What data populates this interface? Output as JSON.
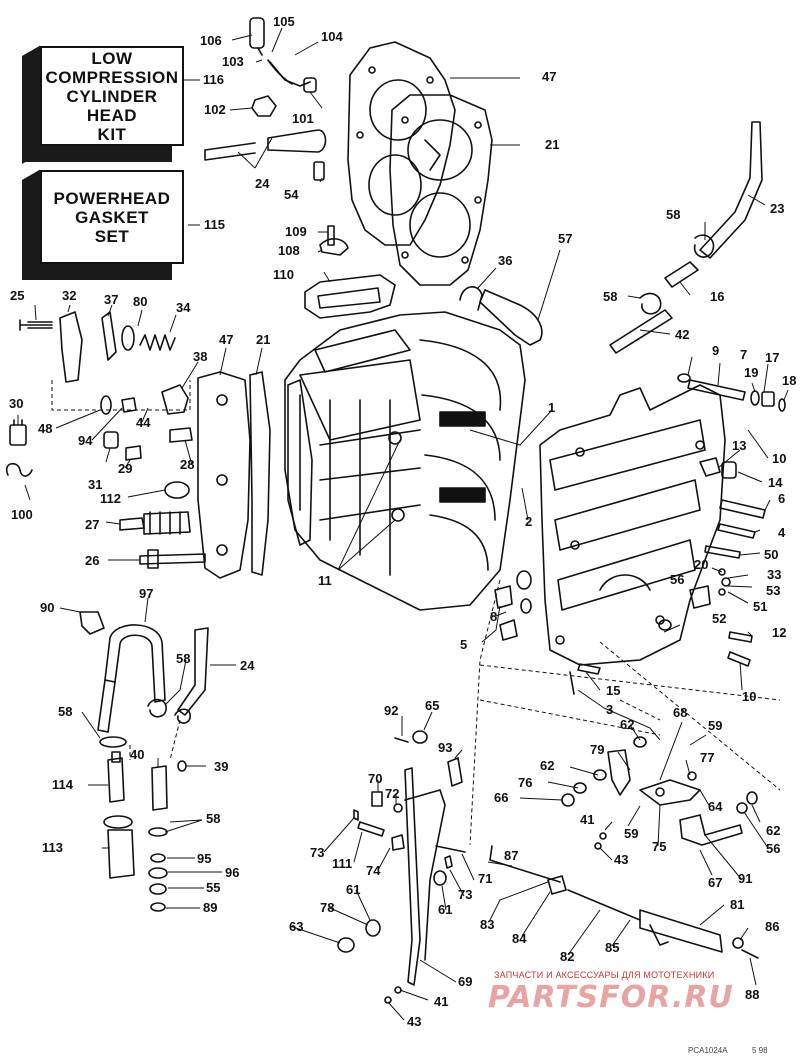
{
  "kits": {
    "low_compression": {
      "lines": [
        "LOW",
        "COMPRESSION",
        "CYLINDER HEAD",
        "KIT"
      ],
      "ref": "116"
    },
    "powerhead_gasket": {
      "lines": [
        "POWERHEAD",
        "GASKET",
        "SET"
      ],
      "ref": "115"
    }
  },
  "callouts": [
    {
      "id": "c106",
      "label": "106"
    },
    {
      "id": "c105",
      "label": "105"
    },
    {
      "id": "c104",
      "label": "104"
    },
    {
      "id": "c103",
      "label": "103"
    },
    {
      "id": "c47a",
      "label": "47"
    },
    {
      "id": "c116",
      "label": "116"
    },
    {
      "id": "c102",
      "label": "102"
    },
    {
      "id": "c101",
      "label": "101"
    },
    {
      "id": "c21a",
      "label": "21"
    },
    {
      "id": "c24a",
      "label": "24"
    },
    {
      "id": "c54",
      "label": "54"
    },
    {
      "id": "c23",
      "label": "23"
    },
    {
      "id": "c115",
      "label": "115"
    },
    {
      "id": "c58a",
      "label": "58"
    },
    {
      "id": "c109",
      "label": "109"
    },
    {
      "id": "c108",
      "label": "108"
    },
    {
      "id": "c57",
      "label": "57"
    },
    {
      "id": "c36",
      "label": "36"
    },
    {
      "id": "c110",
      "label": "110"
    },
    {
      "id": "c16",
      "label": "16"
    },
    {
      "id": "c58b",
      "label": "58"
    },
    {
      "id": "c42",
      "label": "42"
    },
    {
      "id": "c25",
      "label": "25"
    },
    {
      "id": "c32",
      "label": "32"
    },
    {
      "id": "c37",
      "label": "37"
    },
    {
      "id": "c80",
      "label": "80"
    },
    {
      "id": "c34",
      "label": "34"
    },
    {
      "id": "c47b",
      "label": "47"
    },
    {
      "id": "c21b",
      "label": "21"
    },
    {
      "id": "c38",
      "label": "38"
    },
    {
      "id": "c9",
      "label": "9"
    },
    {
      "id": "c7",
      "label": "7"
    },
    {
      "id": "c17",
      "label": "17"
    },
    {
      "id": "c19",
      "label": "19"
    },
    {
      "id": "c18",
      "label": "18"
    },
    {
      "id": "c30",
      "label": "30"
    },
    {
      "id": "c48",
      "label": "48"
    },
    {
      "id": "c94",
      "label": "94"
    },
    {
      "id": "c44",
      "label": "44"
    },
    {
      "id": "c1",
      "label": "1"
    },
    {
      "id": "c10a",
      "label": "10"
    },
    {
      "id": "c13",
      "label": "13"
    },
    {
      "id": "c14",
      "label": "14"
    },
    {
      "id": "c31",
      "label": "31"
    },
    {
      "id": "c29",
      "label": "29"
    },
    {
      "id": "c28",
      "label": "28"
    },
    {
      "id": "c6",
      "label": "6"
    },
    {
      "id": "c100",
      "label": "100"
    },
    {
      "id": "c112",
      "label": "112"
    },
    {
      "id": "c2",
      "label": "2"
    },
    {
      "id": "c27",
      "label": "27"
    },
    {
      "id": "c4",
      "label": "4"
    },
    {
      "id": "c50",
      "label": "50"
    },
    {
      "id": "c26",
      "label": "26"
    },
    {
      "id": "c20",
      "label": "20"
    },
    {
      "id": "c33",
      "label": "33"
    },
    {
      "id": "c11",
      "label": "11"
    },
    {
      "id": "c56a",
      "label": "56"
    },
    {
      "id": "c53",
      "label": "53"
    },
    {
      "id": "c51",
      "label": "51"
    },
    {
      "id": "c90",
      "label": "90"
    },
    {
      "id": "c97",
      "label": "97"
    },
    {
      "id": "c8",
      "label": "8"
    },
    {
      "id": "c52",
      "label": "52"
    },
    {
      "id": "c12",
      "label": "12"
    },
    {
      "id": "c5",
      "label": "5"
    },
    {
      "id": "c58c",
      "label": "58"
    },
    {
      "id": "c24b",
      "label": "24"
    },
    {
      "id": "c15",
      "label": "15"
    },
    {
      "id": "c10b",
      "label": "10"
    },
    {
      "id": "c58d",
      "label": "58"
    },
    {
      "id": "c92",
      "label": "92"
    },
    {
      "id": "c65",
      "label": "65"
    },
    {
      "id": "c3",
      "label": "3"
    },
    {
      "id": "c68",
      "label": "68"
    },
    {
      "id": "c62a",
      "label": "62"
    },
    {
      "id": "c59a",
      "label": "59"
    },
    {
      "id": "c40",
      "label": "40"
    },
    {
      "id": "c93",
      "label": "93"
    },
    {
      "id": "c79",
      "label": "79"
    },
    {
      "id": "c77",
      "label": "77"
    },
    {
      "id": "c114",
      "label": "114"
    },
    {
      "id": "c39",
      "label": "39"
    },
    {
      "id": "c70",
      "label": "70"
    },
    {
      "id": "c62b",
      "label": "62"
    },
    {
      "id": "c76",
      "label": "76"
    },
    {
      "id": "c72",
      "label": "72"
    },
    {
      "id": "c66",
      "label": "66"
    },
    {
      "id": "c64",
      "label": "64"
    },
    {
      "id": "c58e",
      "label": "58"
    },
    {
      "id": "c41a",
      "label": "41"
    },
    {
      "id": "c62c",
      "label": "62"
    },
    {
      "id": "c113",
      "label": "113"
    },
    {
      "id": "c73a",
      "label": "73"
    },
    {
      "id": "c59b",
      "label": "59"
    },
    {
      "id": "c75",
      "label": "75"
    },
    {
      "id": "c56b",
      "label": "56"
    },
    {
      "id": "c95",
      "label": "95"
    },
    {
      "id": "c111",
      "label": "111"
    },
    {
      "id": "c74",
      "label": "74"
    },
    {
      "id": "c43a",
      "label": "43"
    },
    {
      "id": "c87",
      "label": "87"
    },
    {
      "id": "c96",
      "label": "96"
    },
    {
      "id": "c71",
      "label": "71"
    },
    {
      "id": "c73b",
      "label": "73"
    },
    {
      "id": "c67",
      "label": "67"
    },
    {
      "id": "c91",
      "label": "91"
    },
    {
      "id": "c55",
      "label": "55"
    },
    {
      "id": "c61a",
      "label": "61"
    },
    {
      "id": "c89",
      "label": "89"
    },
    {
      "id": "c78",
      "label": "78"
    },
    {
      "id": "c61b",
      "label": "61"
    },
    {
      "id": "c83",
      "label": "83"
    },
    {
      "id": "c84",
      "label": "84"
    },
    {
      "id": "c81",
      "label": "81"
    },
    {
      "id": "c63",
      "label": "63"
    },
    {
      "id": "c85",
      "label": "85"
    },
    {
      "id": "c86",
      "label": "86"
    },
    {
      "id": "c82",
      "label": "82"
    },
    {
      "id": "c69",
      "label": "69"
    },
    {
      "id": "c88",
      "label": "88"
    },
    {
      "id": "c41b",
      "label": "41"
    },
    {
      "id": "c43b",
      "label": "43"
    }
  ],
  "watermark": {
    "text": "ЗАПЧАСТИ И АКСЕССУАРЫ ДЛЯ МОТОТЕХНИКИ",
    "logo": "PARTSFOR.RU"
  },
  "footer": {
    "code": "PCA1024A",
    "date": "5 98"
  }
}
